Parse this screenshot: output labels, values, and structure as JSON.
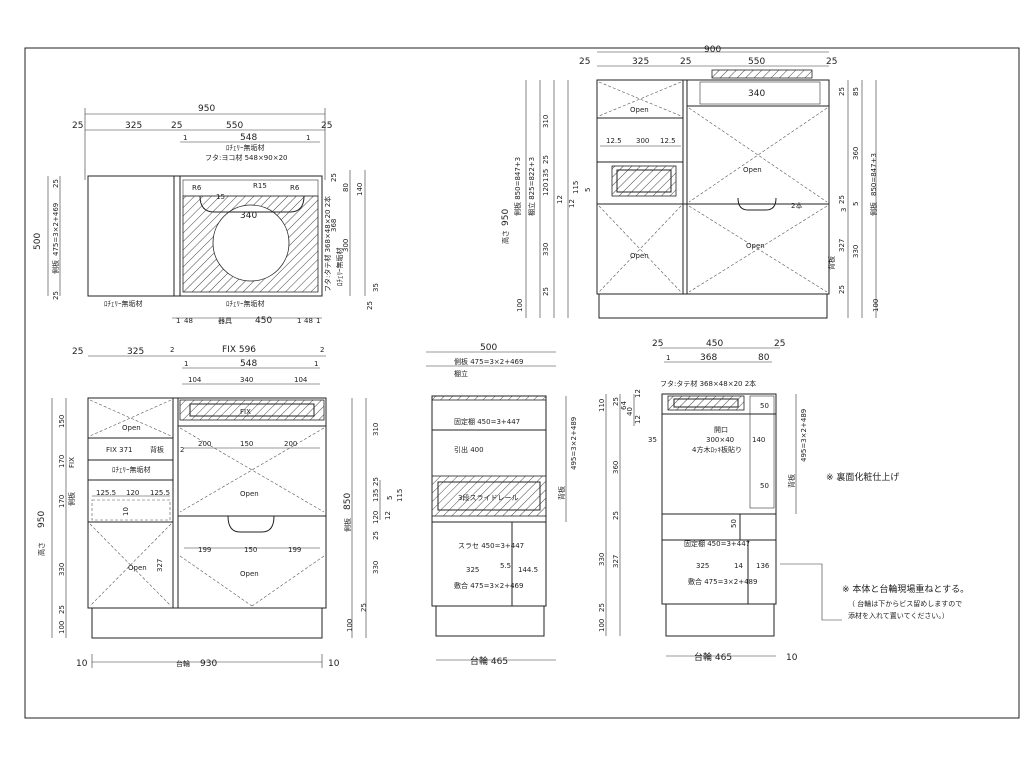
{
  "views": {
    "top": {
      "overall": "950",
      "segments": [
        "25",
        "325",
        "25",
        "550",
        "25"
      ],
      "inner": [
        "1",
        "548",
        "1"
      ],
      "material_1": "ﾛﾁｪﾘｰ無垢材",
      "lid_label": "フタ:ヨコ材 548×90×20",
      "r_left": "R6",
      "r_mid": "R15",
      "r_right": "R6",
      "v15": "15",
      "hole_width": "340",
      "lid_side_label": "フタ:タテ材 368×48×20 2本",
      "material_2": "ﾛﾁｪﾘｰ無垢材",
      "side_label": "側板",
      "side_dim": "475=3×2+469",
      "height": "500",
      "h25a": "25",
      "h25b": "25",
      "r25": "25",
      "r80": "80",
      "r140": "140",
      "r300": "300",
      "r368": "368",
      "r35": "35",
      "r25b": "25",
      "bottom_mat_left": "ﾛﾁｪﾘｰ無垢材",
      "bottom_mat_right": "ﾛﾁｪﾘｰ無垢材",
      "bottom_1a": "1",
      "bottom_48a": "48",
      "bottom_450": "450",
      "bottom_mark": "器具",
      "bottom_1b": "1",
      "bottom_48b": "48",
      "bottom_1c": "1"
    },
    "front": {
      "segments": [
        "25",
        "325",
        "2",
        "FIX 596",
        "2"
      ],
      "inner_1": "1",
      "inner_548": "548",
      "inner_1b": "1",
      "w104a": "104",
      "w340": "340",
      "w104b": "104",
      "fix_top": "FIX",
      "open_tl": "Open",
      "fix_371": "FIX  371",
      "back_board": "背板",
      "mat": "ﾛﾁｪﾘｰ無垢材",
      "w125a": "125.5",
      "w120": "120",
      "w125b": "125.5",
      "w10": "10",
      "w200a": "200",
      "w150a": "150",
      "w200b": "200",
      "open_r1": "Open",
      "w199a": "199",
      "w150b": "150",
      "w199b": "199",
      "open_bl": "Open",
      "open_br": "Open",
      "d327": "327",
      "base_label": "台輪",
      "base_930": "930",
      "base_10a": "10",
      "base_10b": "10",
      "left_dims": [
        "150",
        "170",
        "170",
        "330",
        "25",
        "100"
      ],
      "fix_v": "FIX",
      "side_v": "側板",
      "height_v": "高さ",
      "h950": "950",
      "right_dims": [
        "310",
        "25",
        "135",
        "120",
        "25",
        "330",
        "25",
        "100"
      ],
      "right_850": "850",
      "right_side": "側板",
      "r5": "5",
      "r115": "115",
      "r12": "12",
      "r2": "2"
    },
    "section1": {
      "top_500": "500",
      "side_label": "側板  475=3×2+469",
      "mat": "棚立",
      "fixed_shelf": "固定棚  450=3+447",
      "drawer": "引出  400",
      "slide": "3段スライドレール",
      "sus": "スラセ  450=3+447",
      "w325": "325",
      "w55": "5.5",
      "w1445": "144.5",
      "base_bottom": "敷合  475=3×2+469",
      "base": "台輪  465",
      "right_side": "背板",
      "right_dim": "495=3×2+489"
    },
    "section2": {
      "top_25a": "25",
      "top_450": "450",
      "top_25b": "25",
      "w1": "1",
      "w368": "368",
      "w80": "80",
      "lid": "フタ:タテ材  368×48×20 2本",
      "opening": "開口",
      "opening_size": "300×40",
      "corner": "4方木ﾛｯｷ板貼り",
      "w140": "140",
      "w35": "35",
      "w50a": "50",
      "w50b": "50",
      "w50c": "50",
      "fixed_shelf": "固定棚  450=3+447",
      "w325": "325",
      "w14": "14",
      "w136": "136",
      "base_bottom": "敷合  475=3×2+489",
      "base": "台輪  465",
      "base_10": "10",
      "left_dims": [
        "110",
        "25",
        "64",
        "40",
        "12",
        "12",
        "360",
        "25",
        "330",
        "25",
        "100"
      ],
      "left_327": "327",
      "right_side": "背板",
      "right_dim": "495=3×2+489"
    },
    "side": {
      "top_900": "900",
      "top_segs": [
        "25",
        "325",
        "25",
        "550",
        "25"
      ],
      "w340": "340",
      "w125a": "12.5",
      "w300": "300",
      "w125b": "12.5",
      "open_tl": "Open",
      "open_tr": "Open",
      "open_bl": "Open",
      "open_br": "Open",
      "left_dims": [
        "310",
        "25",
        "135",
        "120",
        "5",
        "115",
        "12",
        "12",
        "330",
        "25",
        "100"
      ],
      "left_950": "950",
      "left_height": "高さ",
      "side_lbl": "側板  850=847+3",
      "shelf_lbl": "棚立  825=822+3",
      "right_dims": [
        "85",
        "25",
        "360",
        "25",
        "5",
        "3",
        "327",
        "330",
        "25",
        "100"
      ],
      "right_850": "850=847+3",
      "right_side": "側板",
      "back": "背板",
      "two": "2本",
      "tri": "側板"
    }
  },
  "notes": {
    "finish": "※  裏面化粧仕上げ",
    "note_title": "※  本体と台輪現場重ねとする。",
    "note_line1": "（ 台輪は下からビス留めしますので",
    "note_line2": "  添材を入れて置いてください。）"
  }
}
